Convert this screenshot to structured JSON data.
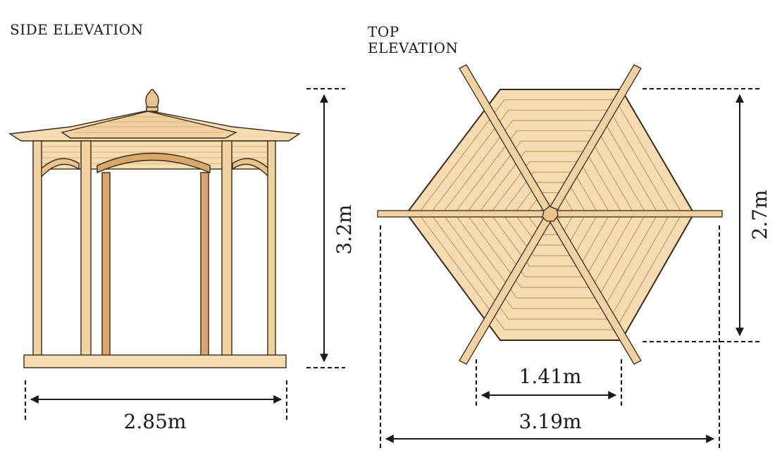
{
  "side_view": {
    "title": "SIDE ELEVATION",
    "height_label": "3.2m",
    "width_label": "2.85m"
  },
  "top_view": {
    "title_line1": "TOP",
    "title_line2": "ELEVATION",
    "depth_label": "2.7m",
    "side_label": "1.41m",
    "width_label": "3.19m"
  },
  "colors": {
    "wood_light": "#f6dcb0",
    "wood_mid": "#e9c48d",
    "wood_dark": "#c9904f",
    "outline": "#3a2a1a",
    "text": "#1a1a1a"
  }
}
